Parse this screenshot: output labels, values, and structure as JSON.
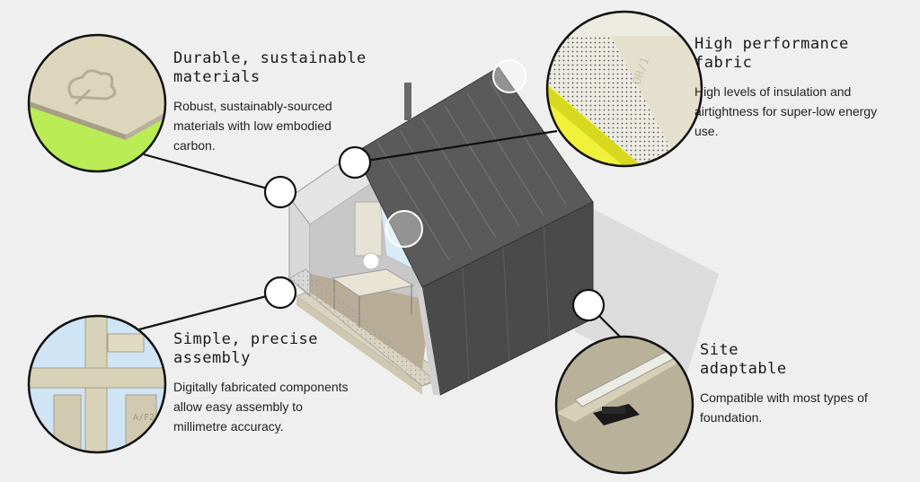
{
  "features": {
    "durable": {
      "title_line1": "Durable, sustainable",
      "title_line2": "materials",
      "desc_line1": "Robust, sustainably-sourced",
      "desc_line2": "materials with low embodied",
      "desc_line3": "carbon."
    },
    "performance": {
      "title_line1": "High performance",
      "title_line2": "fabric",
      "desc_line1": "High levels of insulation and",
      "desc_line2": "airtightness for super-low energy",
      "desc_line3": "use."
    },
    "assembly": {
      "title_line1": "Simple, precise",
      "title_line2": "assembly",
      "desc_line1": "Digitally fabricated components",
      "desc_line2": "allow easy assembly to",
      "desc_line3": "millimetre accuracy."
    },
    "site": {
      "title_line1": "Site",
      "title_line2": "adaptable",
      "desc_line1": "Compatible with most types of",
      "desc_line2": "foundation."
    }
  },
  "detail_labels": {
    "board_code": "OR/1",
    "joint_code": "A/F2"
  },
  "colors": {
    "background": "#efefef",
    "accent_green": "#b9ec55",
    "accent_yellow": "#f0f23a",
    "roof": "#5a5a5a",
    "wall": "#4a4a4a",
    "plywood": "#d8d2b8",
    "sky_blue": "#cfe4f4"
  }
}
